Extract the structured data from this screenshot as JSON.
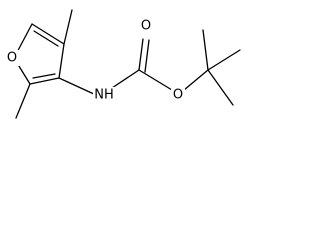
{
  "atoms": {
    "ring_oxygen": "O",
    "amine": "NH",
    "carbonyl_oxygen": "O",
    "ester_oxygen": "O"
  },
  "colors": {
    "bond": "#000000",
    "label": "#000000",
    "background": "#ffffff"
  }
}
